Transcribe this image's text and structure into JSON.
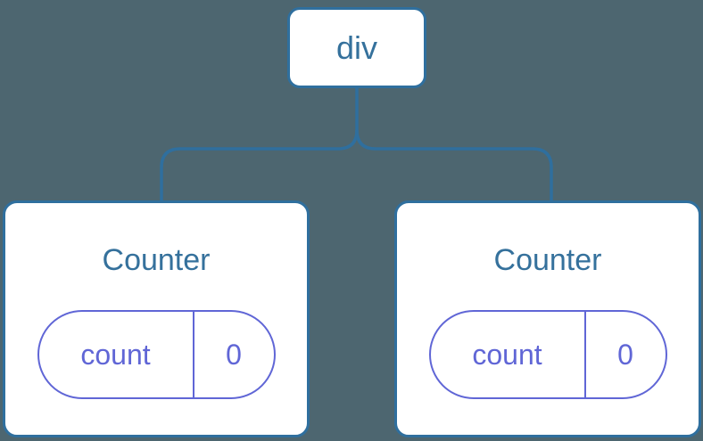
{
  "diagram": {
    "description": "Component tree: div root with two Counter children, each holding state",
    "root": {
      "label": "div"
    },
    "children": [
      {
        "title": "Counter",
        "state": {
          "label": "count",
          "value": "0"
        }
      },
      {
        "title": "Counter",
        "state": {
          "label": "count",
          "value": "0"
        }
      }
    ]
  },
  "colors": {
    "background": "#4d6670",
    "node-bg": "#ffffff",
    "node-border": "#2f6f9e",
    "node-text": "#35719c",
    "connector": "#2f6f9e",
    "state-accent": "#6066d6"
  }
}
